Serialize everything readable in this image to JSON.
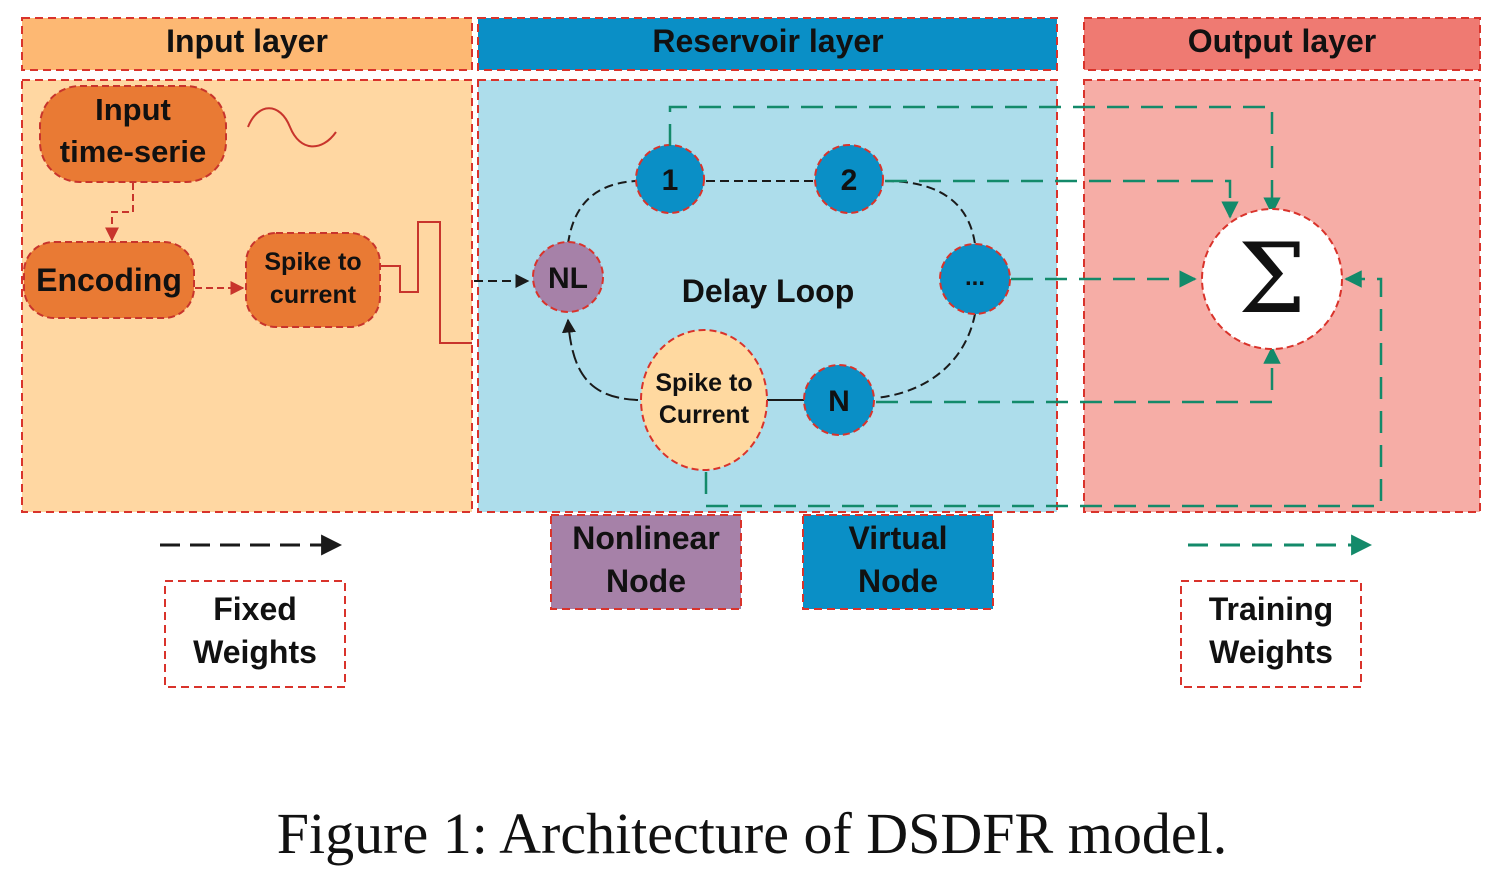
{
  "layers": {
    "input": {
      "title": "Input layer",
      "color": "#FDB873",
      "body_color": "#FFD7A2"
    },
    "reservoir": {
      "title": "Reservoir layer",
      "color": "#0A8FC6",
      "body_color": "#ADDDEB"
    },
    "output": {
      "title": "Output layer",
      "color": "#EF7A72",
      "body_color": "#F6ADA6"
    }
  },
  "input_nodes": {
    "series_line1": "Input",
    "series_line2": "time-serie",
    "encoding": "Encoding",
    "spike_line1": "Spike to",
    "spike_line2": "current"
  },
  "reservoir_nodes": {
    "nl": "NL",
    "v1": "1",
    "v2": "2",
    "vdots": "...",
    "vn": "N",
    "loop_label": "Delay Loop",
    "spike_line1": "Spike to",
    "spike_line2": "Current"
  },
  "output_node": {
    "sum_symbol": "Σ"
  },
  "legend": {
    "fixed_line1": "Fixed",
    "fixed_line2": "Weights",
    "nonlinear_line1": "Nonlinear",
    "nonlinear_line2": "Node",
    "virtual_line1": "Virtual",
    "virtual_line2": "Node",
    "training_line1": "Training",
    "training_line2": "Weights"
  },
  "colors": {
    "node_orange": "#E97A34",
    "node_purple": "#A681A8",
    "node_blue": "#0A8FC6",
    "spike_current_fill": "#FFD9A0",
    "dashed_red": "#D9332B",
    "training_green": "#138A6A",
    "fixed_black": "#1A1A1A"
  },
  "caption": "Figure 1: Architecture of DSDFR model."
}
